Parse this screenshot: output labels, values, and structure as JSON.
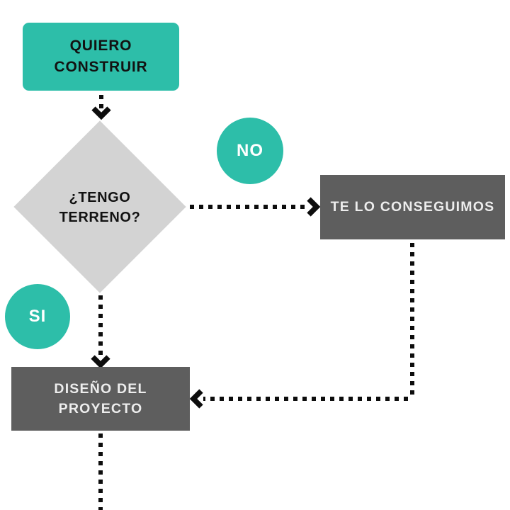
{
  "diagram": {
    "type": "flowchart",
    "background": "#ffffff",
    "colors": {
      "node_teal": "#2dbea9",
      "diamond_gray": "#d3d3d3",
      "process_gray": "#5e5e5e",
      "connector_black": "#0d0d0d",
      "light_text": "#ededed",
      "dark_text": "#121212"
    },
    "nodes": {
      "start": {
        "label": "QUIERO\nCONSTRUIR",
        "shape": "rounded-rectangle",
        "fill": "#2dbea9"
      },
      "decision": {
        "label": "¿TENGO\nTERRENO?",
        "shape": "diamond",
        "fill": "#d3d3d3"
      },
      "no_badge": {
        "label": "NO",
        "shape": "circle",
        "fill": "#2dbea9"
      },
      "si_badge": {
        "label": "SI",
        "shape": "circle",
        "fill": "#2dbea9"
      },
      "get_land": {
        "label": "TE LO CONSEGUIMOS",
        "shape": "rectangle",
        "fill": "#5e5e5e"
      },
      "design": {
        "label": "DISEÑO DEL\nPROYECTO",
        "shape": "rectangle",
        "fill": "#5e5e5e"
      }
    },
    "edges": [
      {
        "from": "start",
        "to": "decision",
        "style": "dotted-arrow"
      },
      {
        "from": "decision",
        "to": "get_land",
        "branch": "NO",
        "style": "dotted-arrow"
      },
      {
        "from": "get_land",
        "to": "design",
        "style": "dotted-arrow"
      },
      {
        "from": "decision",
        "to": "design",
        "branch": "SI",
        "style": "dotted-arrow"
      },
      {
        "from": "design",
        "to": "offscreen-bottom",
        "style": "dotted-line"
      }
    ]
  }
}
